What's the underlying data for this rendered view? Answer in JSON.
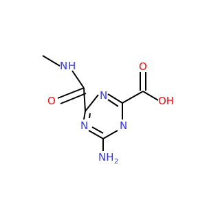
{
  "colors": {
    "background": "#ffffff",
    "bond": "#000000",
    "nitrogen": "#3333ff",
    "oxygen": "#ff0d0d"
  },
  "atoms": {
    "nh_methyl": "N",
    "nh_methyl_h": "H",
    "o_carbonyl_left": "O",
    "n_ring_top": "N",
    "n_ring_left": "N",
    "n_ring_right": "N",
    "o_carbonyl_right": "O",
    "oh": "OH",
    "nh2": "NH",
    "nh2_sub": "2"
  }
}
